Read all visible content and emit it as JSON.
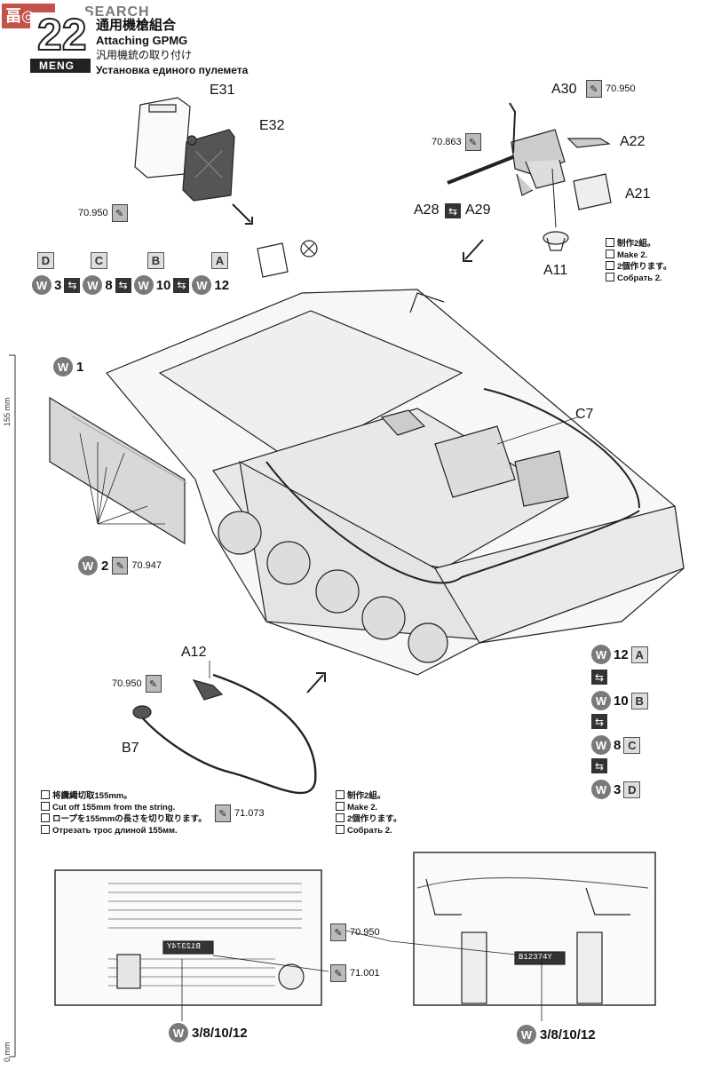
{
  "watermark": {
    "text": "SEARCH"
  },
  "header": {
    "step_number": "22",
    "brand": "MENG",
    "title_cn": "通用機槍組合",
    "title_en": "Attaching GPMG",
    "title_jp": "汎用機銃の取り付け",
    "title_ru": "Установка единого пулемета"
  },
  "ruler": {
    "label_top": "155 mm",
    "label_bottom": "0 mm"
  },
  "parts": {
    "e31": "E31",
    "e32": "E32",
    "a30": "A30",
    "a22": "A22",
    "a21": "A21",
    "a28": "A28",
    "a29": "A29",
    "a11": "A11",
    "c7": "C7",
    "a12": "A12",
    "b7": "B7"
  },
  "paints": {
    "p_70950_a": "70.950",
    "p_70863": "70.863",
    "p_70950_b": "70.950",
    "p_70947": "70.947",
    "p_70950_c": "70.950",
    "p_71073": "71.073",
    "p_70950_d": "70.950",
    "p_71001": "71.001"
  },
  "decal_row": {
    "letters": [
      "D",
      "C",
      "B",
      "A"
    ],
    "numbers": [
      "3",
      "8",
      "10",
      "12"
    ]
  },
  "decal_column": {
    "items": [
      {
        "num": "12",
        "letter": "A"
      },
      {
        "num": "10",
        "letter": "B"
      },
      {
        "num": "8",
        "letter": "C"
      },
      {
        "num": "3",
        "letter": "D"
      }
    ]
  },
  "decals": {
    "w1": "1",
    "w2": "2",
    "w_badge": "W",
    "combined_left": "3/8/10/12",
    "combined_right": "3/8/10/12",
    "plate_text": "B12374Y"
  },
  "notes": {
    "make2_top": [
      "制作2組。",
      "Make 2.",
      "2個作ります。",
      "Собрать 2."
    ],
    "cut_cable": [
      "将纜繩切取155mm。",
      "Cut off 155mm from the string.",
      "ロープを155mmの長さを切り取ります。",
      "Отрезать трос длиной 155мм."
    ],
    "make2_bottom": [
      "制作2組。",
      "Make 2.",
      "2個作ります。",
      "Собрать 2."
    ]
  }
}
